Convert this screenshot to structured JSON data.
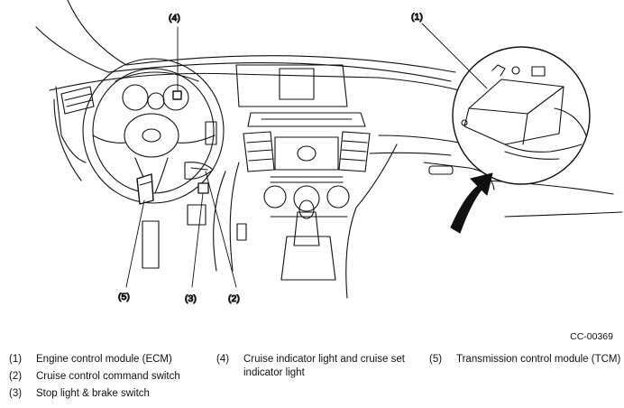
{
  "figure_code": "CC-00369",
  "callouts": {
    "c1": "(1)",
    "c2": "(2)",
    "c3": "(3)",
    "c4": "(4)",
    "c5": "(5)"
  },
  "legend": [
    {
      "num": "(1)",
      "text": "Engine control module (ECM)"
    },
    {
      "num": "(2)",
      "text": "Cruise control command switch"
    },
    {
      "num": "(3)",
      "text": "Stop light & brake switch"
    },
    {
      "num": "(4)",
      "text": "Cruise indicator light and cruise set indicator light"
    },
    {
      "num": "(5)",
      "text": "Transmission control module (TCM)"
    }
  ],
  "colors": {
    "ink": "#111111",
    "paper": "#ffffff"
  }
}
